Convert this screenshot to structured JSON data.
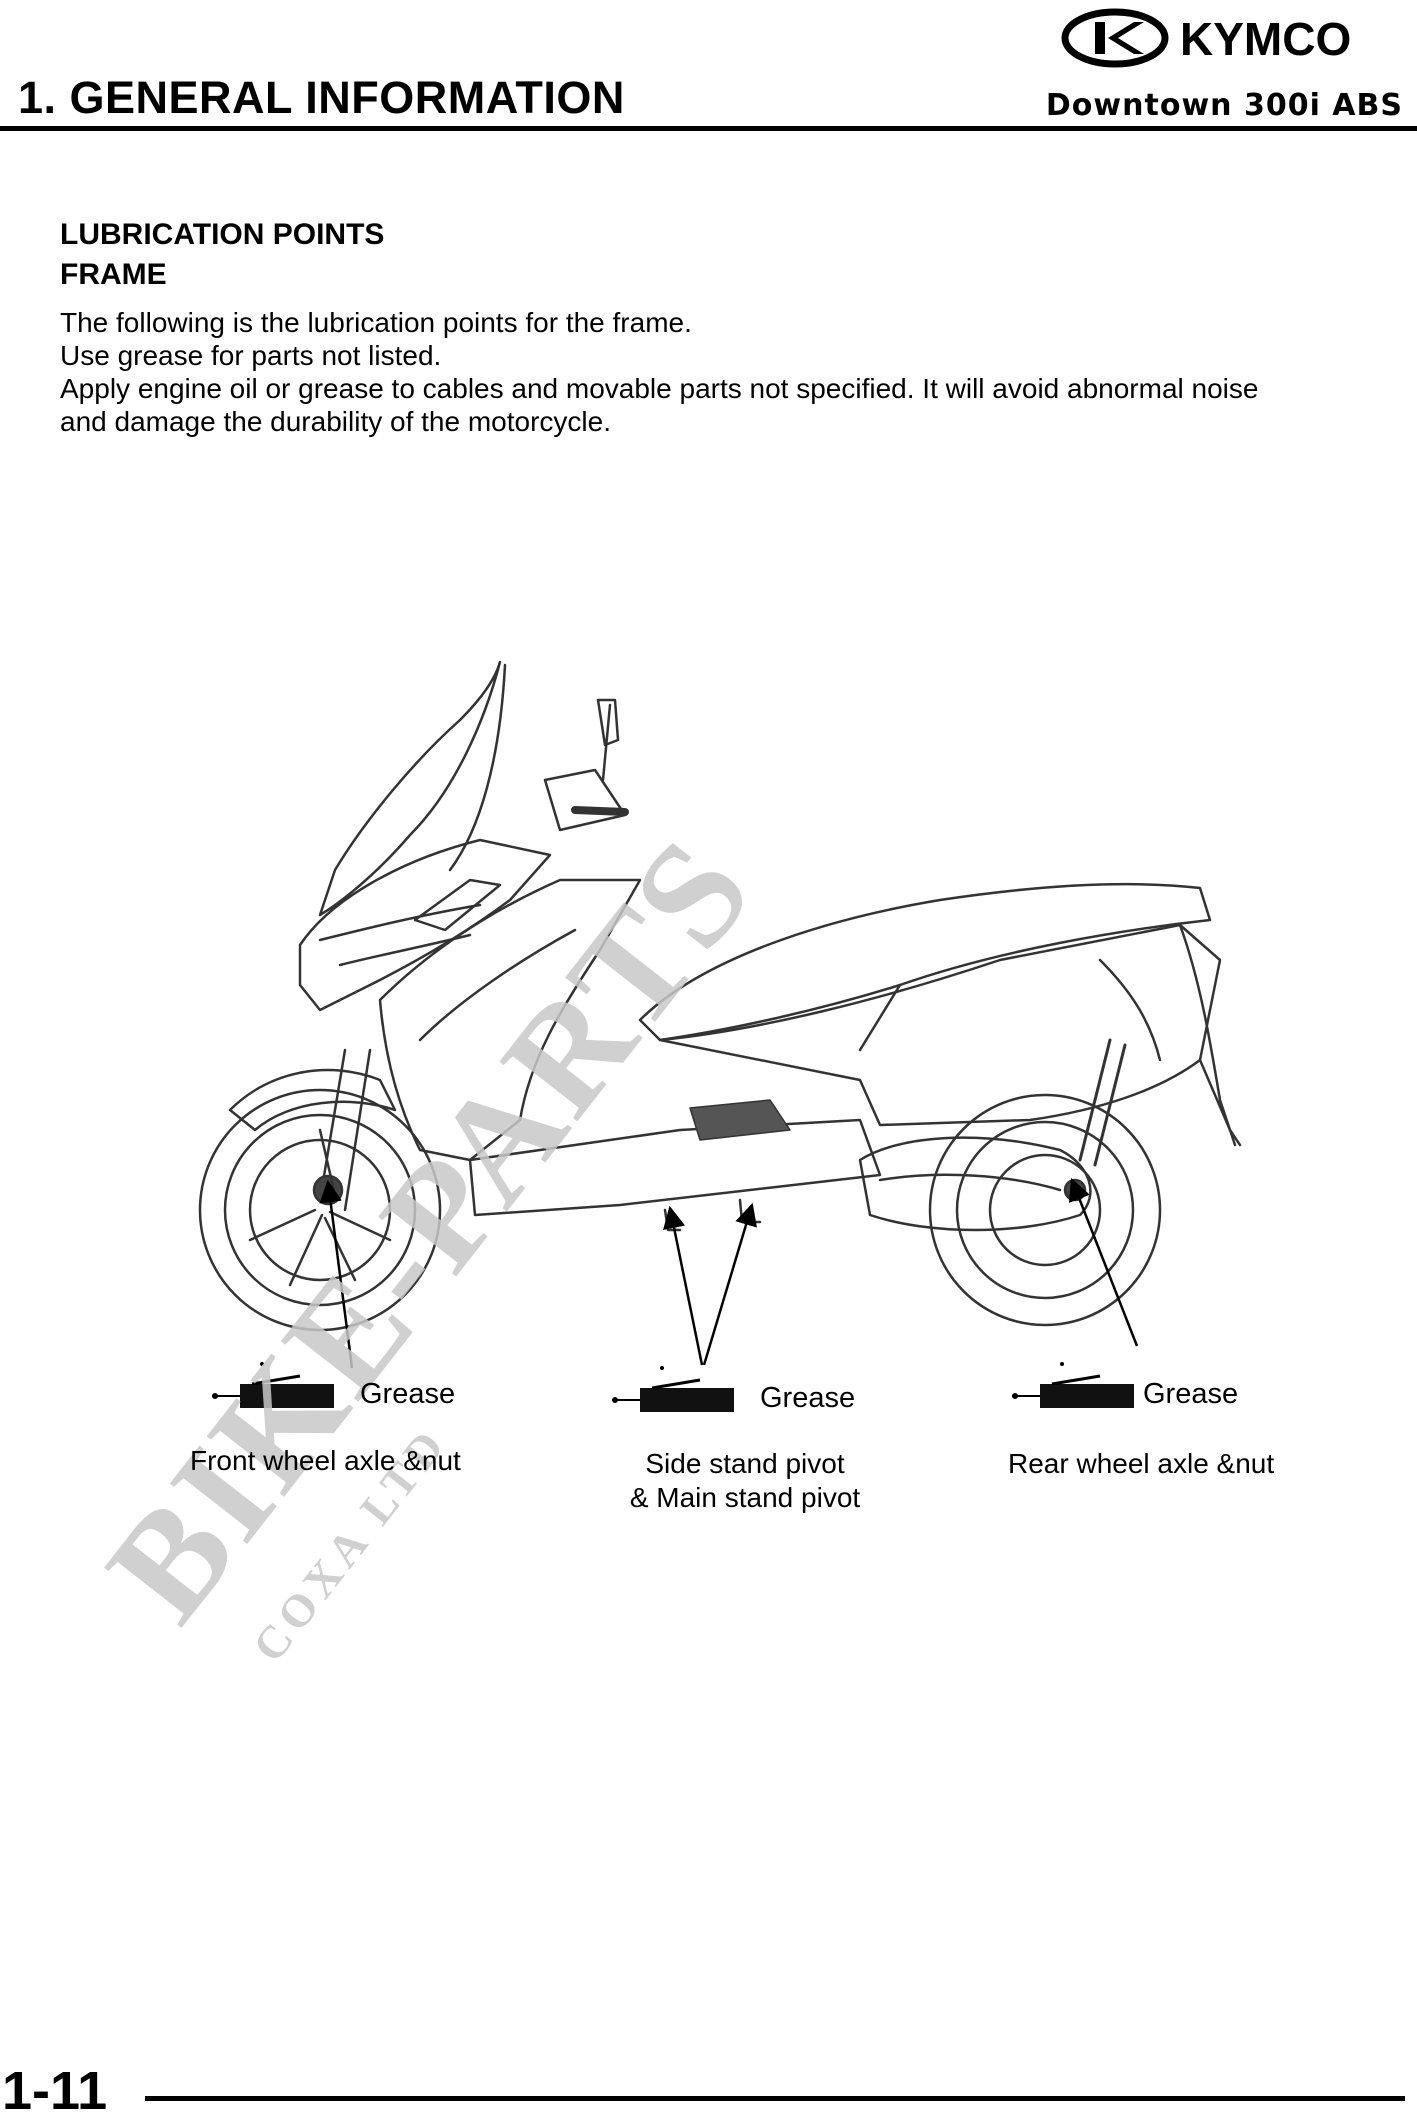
{
  "header": {
    "brand": "KYMCO",
    "title": "1. GENERAL INFORMATION",
    "model": "Downtown 300i ABS"
  },
  "content": {
    "section_title": "LUBRICATION POINTS",
    "subsection_title": "FRAME",
    "intro_lines": [
      "The following is the lubrication points for the frame.",
      "Use grease for parts not listed.",
      "Apply engine oil or grease to cables and movable parts not specified. It will avoid abnormal noise",
      "and damage the durability of the motorcycle."
    ]
  },
  "diagram": {
    "subject": "scooter-side-view",
    "points": [
      {
        "lubricant": "Grease",
        "label_lines": [
          "Front wheel axle &nut"
        ]
      },
      {
        "lubricant": "Grease",
        "label_lines": [
          "Side stand pivot",
          "& Main stand pivot"
        ]
      },
      {
        "lubricant": "Grease",
        "label_lines": [
          "Rear wheel axle &nut"
        ]
      }
    ],
    "watermark": {
      "main_text": "BIKE-PARTS",
      "sub_text": "COXA LTD",
      "color": "#c8c8c8"
    }
  },
  "footer": {
    "page_number": "1-11"
  }
}
